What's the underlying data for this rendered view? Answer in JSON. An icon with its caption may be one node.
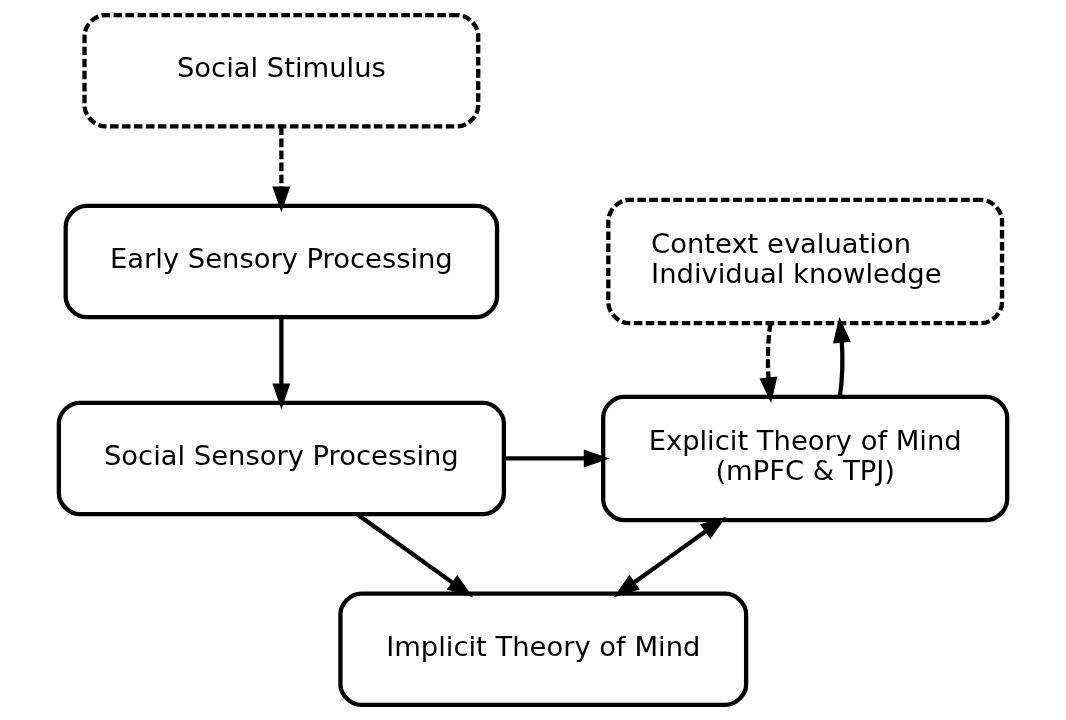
{
  "diagram": {
    "nodes": [
      {
        "text": [
          "Social Stimulus"
        ]
      },
      {
        "text": [
          "Early Sensory Processing"
        ]
      },
      {
        "text": [
          "Social Sensory Processing"
        ]
      },
      {
        "text": [
          "Context evaluation",
          "Individual knowledge"
        ]
      },
      {
        "text": [
          "Explicit Theory of Mind",
          "(mPFC & TPJ)"
        ]
      },
      {
        "text": [
          "Implicit Theory of Mind"
        ]
      }
    ],
    "edges": [
      {
        "from": 0,
        "to": 1,
        "arrow": "to",
        "style": "dashed"
      },
      {
        "from": 1,
        "to": 2,
        "arrow": "to"
      },
      {
        "from": 2,
        "to": 4,
        "arrow": "to"
      },
      {
        "from": 3,
        "to": 4,
        "arrow": "to",
        "style": "dashed"
      },
      {
        "from": 4,
        "to": 3,
        "arrow": "to"
      },
      {
        "from": 2,
        "to": 5,
        "arrow": "to"
      },
      {
        "from": 4,
        "to": 5,
        "arrow": "both"
      }
    ]
  }
}
